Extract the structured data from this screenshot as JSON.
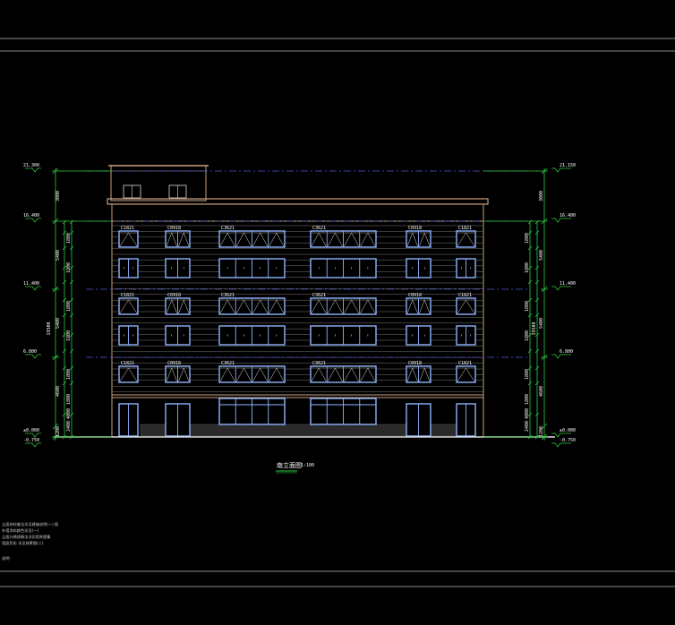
{
  "levels": {
    "left": [
      "21.300",
      "16.400",
      "11.400",
      "6.800",
      "±0.000",
      "-0.750"
    ],
    "right": [
      "21.150",
      "16.400",
      "11.400",
      "6.800",
      "±0.000",
      "-0.750"
    ]
  },
  "dims": {
    "left_outer": [
      "3000",
      "5400",
      "5400",
      "4600",
      "1200"
    ],
    "left_total": "19500",
    "left_inner": [
      "1800",
      "1800",
      "1800",
      "1800",
      "1800",
      "1800",
      "4000",
      "2400"
    ],
    "right_outer": [
      "3000",
      "5400",
      "5400",
      "4600",
      "1200"
    ],
    "right_total": "19500",
    "right_inner": [
      "1800",
      "1800",
      "1800",
      "1800",
      "1800",
      "1800",
      "4000",
      "2400"
    ]
  },
  "window_tags": [
    "C1821",
    "C0918",
    "C3621",
    "C3621",
    "C0918",
    "C1821"
  ],
  "title": {
    "text": "南立面图",
    "scale": "1:100"
  },
  "notes": [
    "立面材料做法详见建施说明(一) 图",
    "外墙涂料颜色详见(一)",
    "立面分格线做法详见相关图集",
    "墙面色彩 详见效果图(二)",
    "说明:"
  ]
}
